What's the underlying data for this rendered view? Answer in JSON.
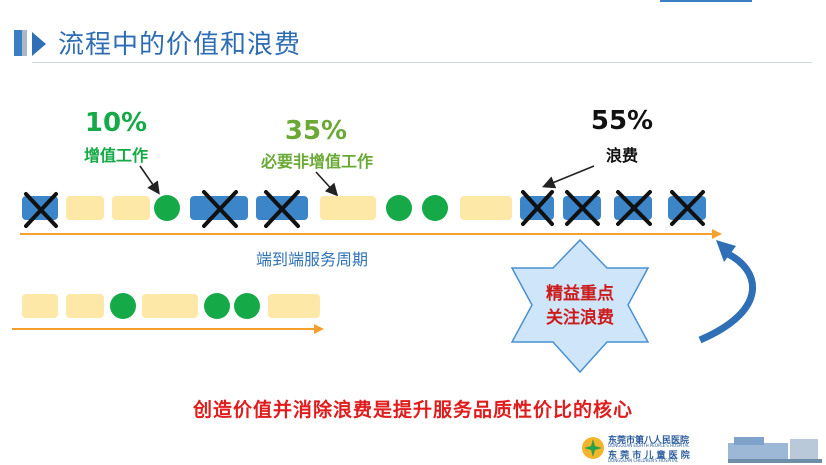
{
  "slide": {
    "title": "流程中的价值和浪费"
  },
  "labels": {
    "value_pct": "10%",
    "value_text": "增值工作",
    "necessary_pct": "35%",
    "necessary_text": "必要非增值工作",
    "waste_pct": "55%",
    "waste_text": "浪费"
  },
  "axis": {
    "label": "端到端服务周期"
  },
  "star": {
    "line1": "精益重点",
    "line2": "关注浪费"
  },
  "conclusion": "创造价值并消除浪费是提升服务品质性价比的核心",
  "logo": {
    "line1": "东莞市第八人民医院",
    "line1_en": "DONGGUAN EIGHTH PEOPLE'S HOSPITAL",
    "line2": "东 莞 市 儿 童 医 院",
    "line2_en": "DONGGUAN CHILDREN'S HOSPITAL"
  },
  "colors": {
    "title_blue": "#2e6db3",
    "value_green": "#16a947",
    "necessary_green": "#6aa935",
    "waste_black": "#111111",
    "block_yellow": "#fde8a8",
    "block_blue": "#3c85c9",
    "arrow_orange": "#f3a12c",
    "star_blue": "#cfe6fa",
    "conclusion_red": "#e01c1c"
  }
}
